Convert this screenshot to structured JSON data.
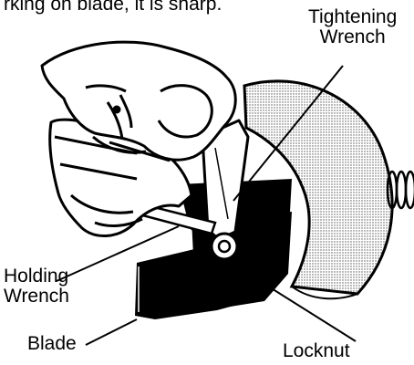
{
  "caption": "rking on blade, it is sharp.",
  "labels": {
    "tightening_wrench_line1": "Tightening",
    "tightening_wrench_line2": "Wrench",
    "holding_wrench_line1": "Holding",
    "holding_wrench_line2": "Wrench",
    "blade": "Blade",
    "locknut": "Locknut"
  },
  "colors": {
    "ink": "#000000",
    "paper": "#ffffff",
    "guard_dots": "#555555"
  }
}
